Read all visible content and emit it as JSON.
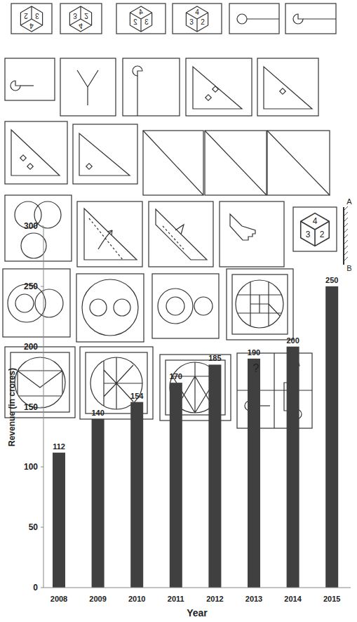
{
  "diagram": {
    "labels": [
      "2",
      "3",
      "4",
      "3",
      "2",
      "4",
      "4",
      "3",
      "2",
      "4",
      "3",
      "2",
      "A",
      "B",
      "4",
      "3",
      "2",
      "?",
      "300",
      "250",
      "200",
      "150",
      "100",
      "50",
      "0",
      "112",
      "140",
      "154",
      "170",
      "185",
      "190",
      "200",
      "250",
      "2008",
      "2009",
      "2010",
      "2011",
      "2012",
      "2013",
      "2014",
      "2015",
      "Revenue (in crores)",
      "Year"
    ]
  }
}
